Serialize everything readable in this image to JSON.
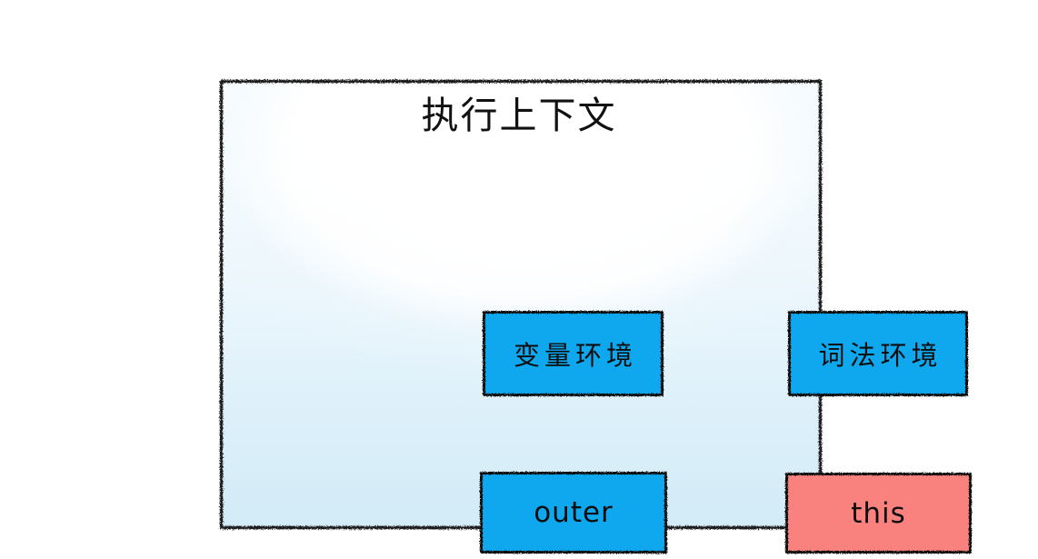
{
  "diagram": {
    "title": "执行上下文",
    "container_name": "execution-context-container",
    "colors": {
      "node_blue": "#0FA8EE",
      "node_red": "#F9827E",
      "stroke": "#1a1a1a",
      "background_top": "#ffffff",
      "background_bottom": "#d2ebf7"
    },
    "nodes": [
      {
        "id": "variable-environment",
        "label": "变量环境",
        "script": "cjk",
        "color": "#0FA8EE",
        "column": "left",
        "row": "top"
      },
      {
        "id": "lexical-environment",
        "label": "词法环境",
        "script": "cjk",
        "color": "#0FA8EE",
        "column": "right",
        "row": "top"
      },
      {
        "id": "outer",
        "label": "outer",
        "script": "latin",
        "color": "#0FA8EE",
        "column": "left",
        "row": "bottom"
      },
      {
        "id": "this",
        "label": "this",
        "script": "latin",
        "color": "#F9827E",
        "column": "right",
        "row": "bottom"
      }
    ]
  }
}
